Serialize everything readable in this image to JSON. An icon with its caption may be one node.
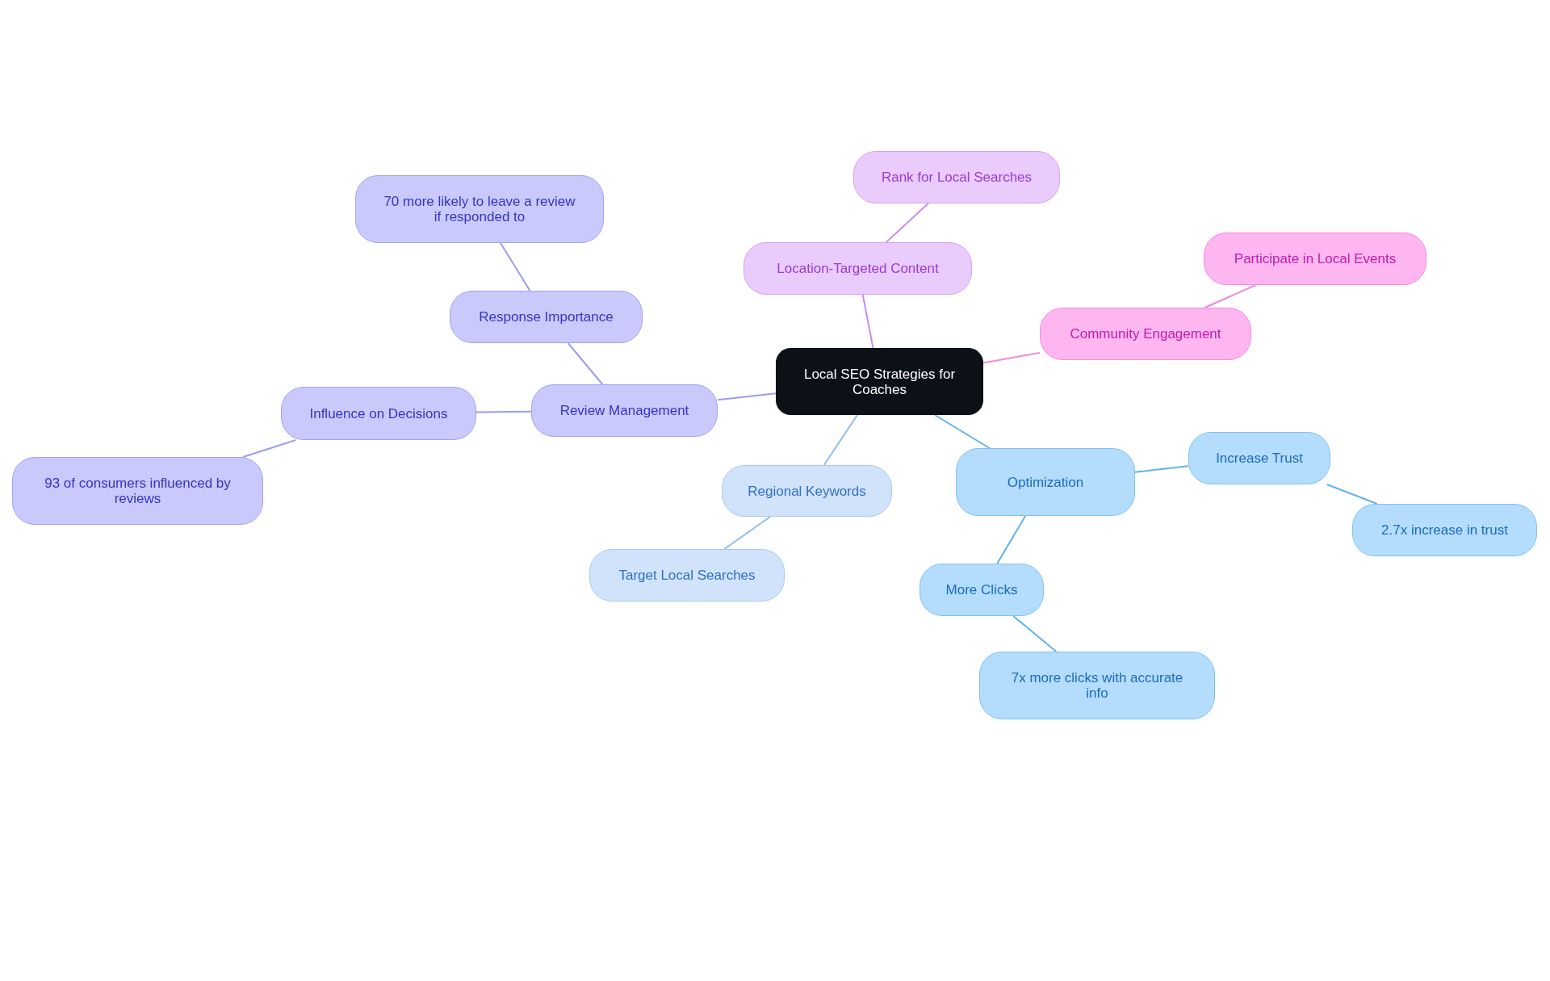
{
  "diagram": {
    "nodes": [
      {
        "text": [
          "Local SEO Strategies for Coaches"
        ]
      },
      {
        "text": [
          "Review Management"
        ]
      },
      {
        "text": [
          "Response Importance"
        ]
      },
      {
        "text": [
          "70 more likely to leave a review if responded to"
        ]
      },
      {
        "text": [
          "Influence on Decisions"
        ]
      },
      {
        "text": [
          "93 of consumers influenced by reviews"
        ]
      },
      {
        "text": [
          "Location-Targeted Content"
        ]
      },
      {
        "text": [
          "Rank for Local Searches"
        ]
      },
      {
        "text": [
          "Community Engagement"
        ]
      },
      {
        "text": [
          "Participate in Local Events"
        ]
      },
      {
        "text": [
          "Regional Keywords"
        ]
      },
      {
        "text": [
          "Target Local Searches"
        ]
      },
      {
        "text": [
          "Optimization"
        ]
      },
      {
        "text": [
          "Increase Trust"
        ]
      },
      {
        "text": [
          "2.7x increase in trust"
        ]
      },
      {
        "text": [
          "More Clicks"
        ]
      },
      {
        "text": [
          "7x more clicks with accurate info"
        ]
      }
    ],
    "edges": [
      {
        "from": 0,
        "to": 1,
        "arrow": "none",
        "color": "#9c9cf2"
      },
      {
        "from": 1,
        "to": 2,
        "arrow": "none",
        "color": "#9c9cf2"
      },
      {
        "from": 2,
        "to": 3,
        "arrow": "none",
        "color": "#9c9cf2"
      },
      {
        "from": 1,
        "to": 4,
        "arrow": "none",
        "color": "#9c9cf2"
      },
      {
        "from": 4,
        "to": 5,
        "arrow": "none",
        "color": "#9c9cf2"
      },
      {
        "from": 0,
        "to": 6,
        "arrow": "none",
        "color": "#c98cf0"
      },
      {
        "from": 6,
        "to": 7,
        "arrow": "none",
        "color": "#c98cf0"
      },
      {
        "from": 0,
        "to": 8,
        "arrow": "none",
        "color": "#f287dc"
      },
      {
        "from": 8,
        "to": 9,
        "arrow": "none",
        "color": "#f287dc"
      },
      {
        "from": 0,
        "to": 10,
        "arrow": "none",
        "color": "#8fbcef"
      },
      {
        "from": 10,
        "to": 11,
        "arrow": "none",
        "color": "#8fbcef"
      },
      {
        "from": 0,
        "to": 12,
        "arrow": "none",
        "color": "#62b2ec"
      },
      {
        "from": 12,
        "to": 13,
        "arrow": "none",
        "color": "#62b2ec"
      },
      {
        "from": 13,
        "to": 14,
        "arrow": "none",
        "color": "#62b2ec"
      },
      {
        "from": 12,
        "to": 15,
        "arrow": "none",
        "color": "#62b2ec"
      },
      {
        "from": 15,
        "to": 16,
        "arrow": "none",
        "color": "#62b2ec"
      }
    ]
  }
}
